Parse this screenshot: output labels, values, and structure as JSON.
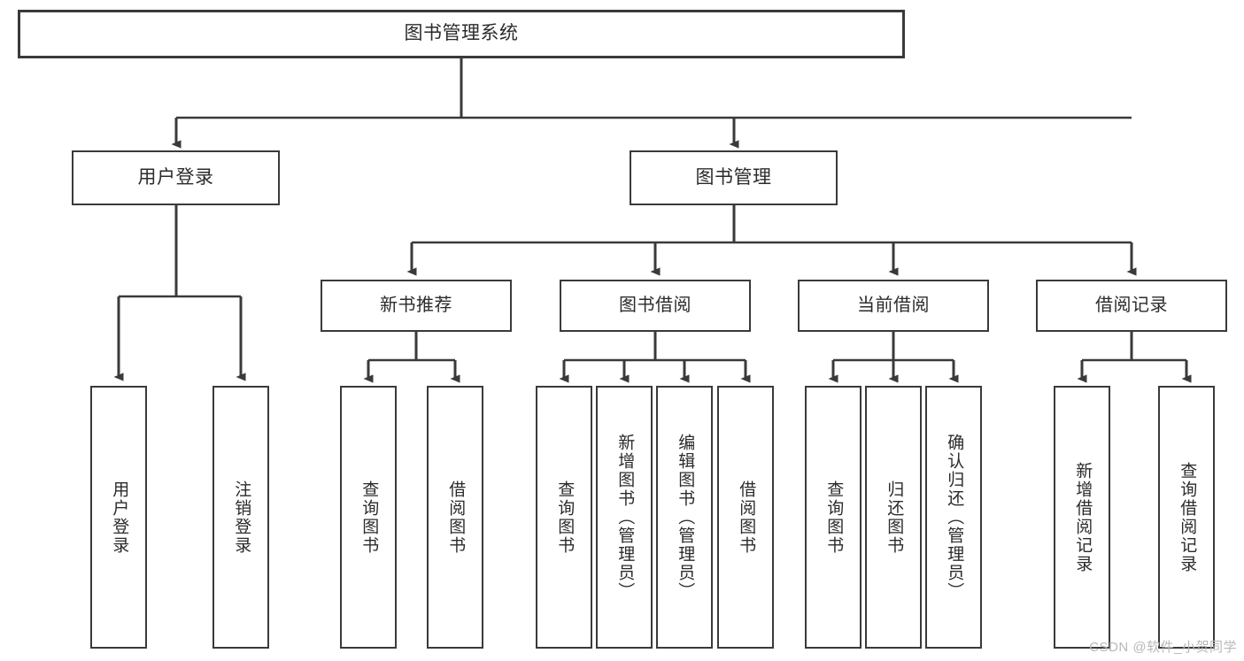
{
  "diagram": {
    "title": "图书管理系统",
    "type": "tree-hierarchy",
    "levels": 4,
    "root": {
      "label": "图书管理系统"
    },
    "level2": [
      {
        "label": "用户登录"
      },
      {
        "label": "图书管理"
      }
    ],
    "level3": [
      {
        "label": "新书推荐"
      },
      {
        "label": "图书借阅"
      },
      {
        "label": "当前借阅"
      },
      {
        "label": "借阅记录"
      }
    ],
    "leaves": {
      "user_login": [
        {
          "label": "用户登录"
        },
        {
          "label": "注销登录"
        }
      ],
      "new_book_recommend": [
        {
          "label": "查询图书"
        },
        {
          "label": "借阅图书"
        }
      ],
      "book_borrow": [
        {
          "label": "查询图书"
        },
        {
          "label": "新增图书（管理员）"
        },
        {
          "label": "编辑图书（管理员）"
        },
        {
          "label": "借阅图书"
        }
      ],
      "current_borrow": [
        {
          "label": "查询图书"
        },
        {
          "label": "归还图书"
        },
        {
          "label": "确认归还（管理员）"
        }
      ],
      "borrow_records": [
        {
          "label": "新增借阅记录"
        },
        {
          "label": "查询借阅记录"
        }
      ]
    }
  },
  "watermark": {
    "text": "CSDN @软件_小贺同学"
  },
  "colors": {
    "stroke": "#3a3a3a",
    "text": "#2b2b2b",
    "background": "#ffffff",
    "watermark": "#b8b8b8"
  }
}
